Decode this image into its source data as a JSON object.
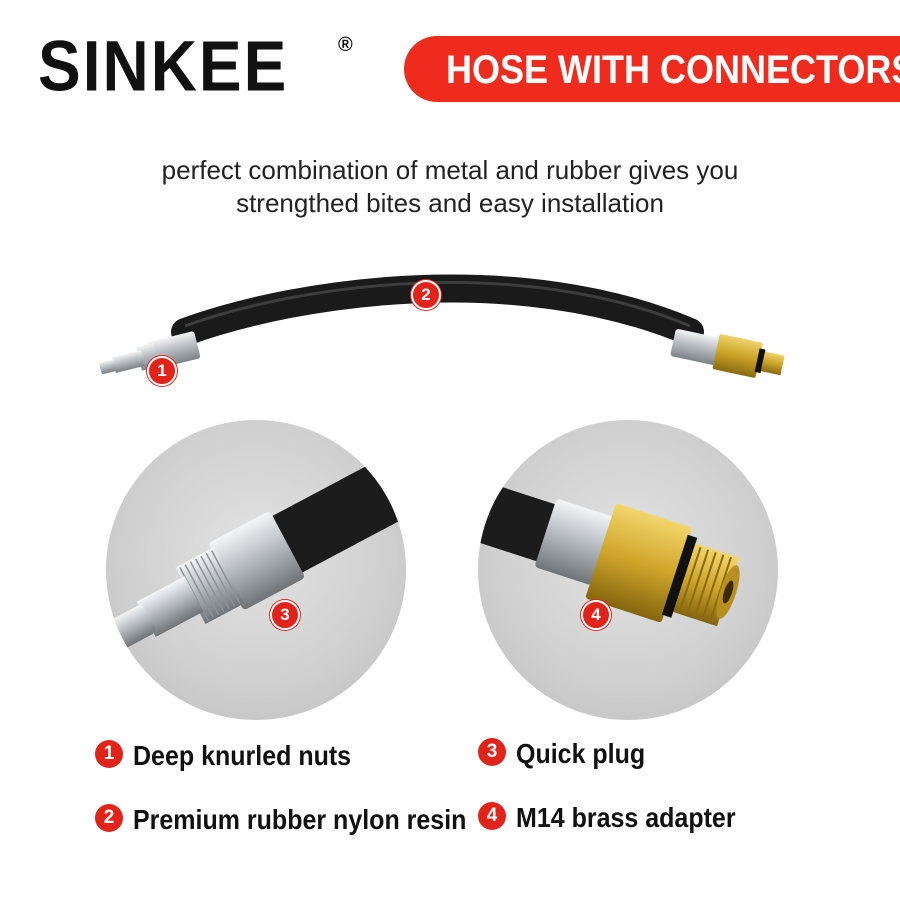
{
  "header": {
    "brand": "SINKEE",
    "registered_mark": "®",
    "banner": "HOSE WITH CONNECTORS"
  },
  "tagline": {
    "line1": "perfect combination of metal and rubber gives you",
    "line2": "strengthed bites and easy installation"
  },
  "callouts": {
    "hose_nut": "1",
    "hose_body": "2",
    "detail_plug": "3",
    "detail_adapter": "4"
  },
  "features": [
    {
      "number": "1",
      "label": "Deep knurled nuts"
    },
    {
      "number": "2",
      "label": "Premium rubber nylon resin"
    },
    {
      "number": "3",
      "label": "Quick plug"
    },
    {
      "number": "4",
      "label": "M14 brass  adapter"
    }
  ],
  "colors": {
    "accent_red": "#ef2b1d",
    "badge_red": "#e2231a",
    "hose_black": "#1a1a1a",
    "brass": "#c9a227",
    "steel": "#c8ccd0"
  }
}
